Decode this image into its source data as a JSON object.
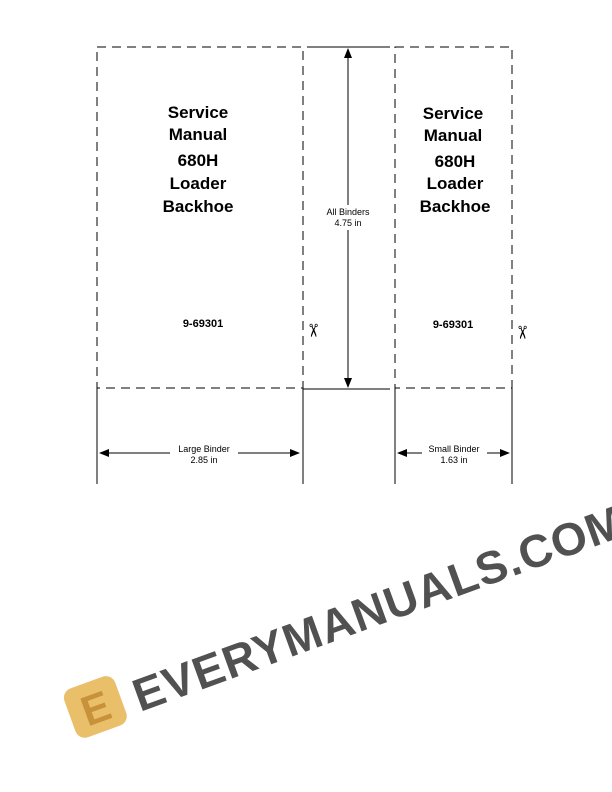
{
  "large_spine": {
    "title_lines": [
      "Service",
      "Manual",
      "680H",
      "Loader",
      "Backhoe"
    ],
    "part_number": "9-69301"
  },
  "small_spine": {
    "title_lines": [
      "Service",
      "Manual",
      "680H",
      "Loader",
      "Backhoe"
    ],
    "part_number": "9-69301"
  },
  "dimensions": {
    "height_label": "All Binders",
    "height_value": "4.75 in",
    "large_label": "Large Binder",
    "large_value": "2.85 in",
    "small_label": "Small Binder",
    "small_value": "1.63 in"
  },
  "icons": {
    "cut": "scissors-icon"
  },
  "watermark": {
    "text": "EVERYMANUALS.COM",
    "logo_letter": "E",
    "logo_color": "#e8b85a"
  }
}
